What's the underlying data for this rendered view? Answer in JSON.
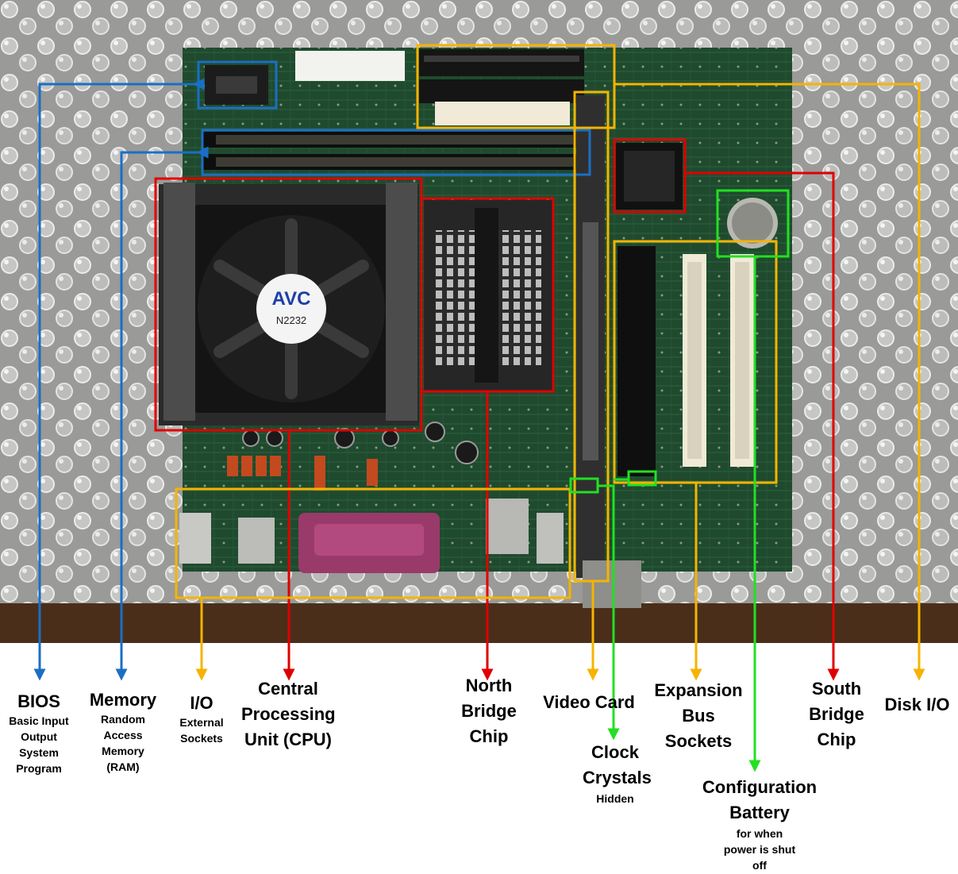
{
  "brand": {
    "blue": "#1a6fc4",
    "red": "#e00000",
    "orange": "#f5b400",
    "green": "#22e022"
  },
  "chip_print": {
    "cooler_brand": "AVC",
    "cooler_model": "N2232"
  },
  "labels": {
    "bios": {
      "title": "BIOS",
      "desc": "Basic Input Output System Program",
      "color": "blue"
    },
    "memory": {
      "title": "Memory",
      "desc": "Random Access Memory (RAM)",
      "color": "blue"
    },
    "io": {
      "title": "I/O",
      "desc": "External Sockets",
      "color": "orange"
    },
    "cpu": {
      "title": "Central Processing Unit (CPU)",
      "color": "red"
    },
    "north_bridge": {
      "title": "North Bridge Chip",
      "color": "red"
    },
    "video_card": {
      "title": "Video Card",
      "color": "orange"
    },
    "clock_crystals": {
      "title": "Clock Crystals",
      "desc": "Hidden",
      "color": "green"
    },
    "expansion_bus": {
      "title": "Expansion Bus Sockets",
      "color": "orange"
    },
    "configuration_battery": {
      "title": "Configuration Battery",
      "desc": "for when power is shut off",
      "color": "green"
    },
    "south_bridge": {
      "title": "South Bridge Chip",
      "color": "red"
    },
    "disk_io": {
      "title": "Disk I/O",
      "color": "orange"
    }
  }
}
